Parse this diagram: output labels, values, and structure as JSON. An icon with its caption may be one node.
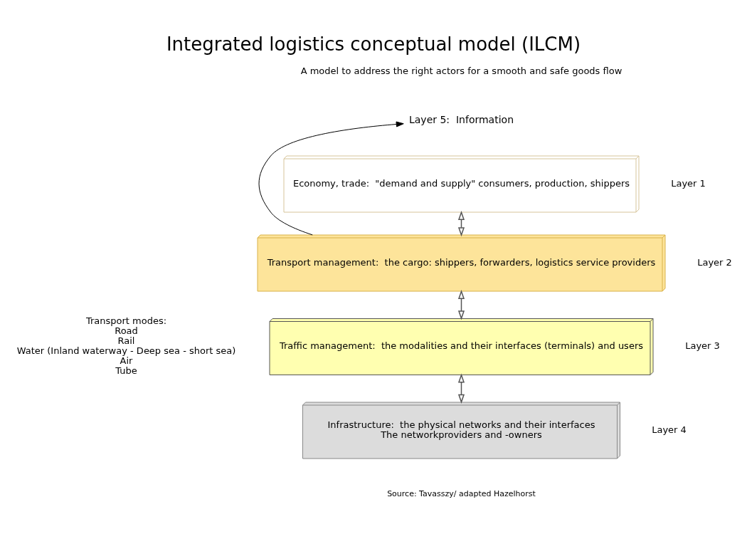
{
  "diagram": {
    "title": "Integrated logistics conceptual model (ILCM)",
    "caption": "Source: Tavasszy/ adapted Hazelhorst",
    "nodes": [
      {
        "text": [
          "Economy, trade:  \"demand and supply\" consumers, production, shippers"
        ]
      },
      {
        "text": [
          "Transport management:  the cargo: shippers, forwarders, logistics service providers"
        ]
      },
      {
        "text": [
          "Traffic management:  the modalities and their interfaces (terminals) and users"
        ]
      },
      {
        "text": [
          "Infrastructure:  the physical networks and their interfaces",
          "The networkproviders and -owners"
        ]
      },
      {
        "text": [
          "Layer 5:  Information"
        ]
      }
    ],
    "edges": [
      {
        "from": 0,
        "to": 1,
        "arrow": "both"
      },
      {
        "from": 1,
        "to": 2,
        "arrow": "both"
      },
      {
        "from": 2,
        "to": 3,
        "arrow": "both"
      },
      {
        "from": 1,
        "to": 4,
        "arrow": "to"
      }
    ],
    "labels": [
      "A model to address the right actors for a smooth and safe goods flow",
      "Layer 1",
      "Layer 2",
      "Transport modes:",
      "Road",
      "Rail",
      "Water (Inland waterway - Deep sea - short sea)",
      "Air",
      "Tube",
      "Layer 3",
      "Layer 4"
    ]
  }
}
